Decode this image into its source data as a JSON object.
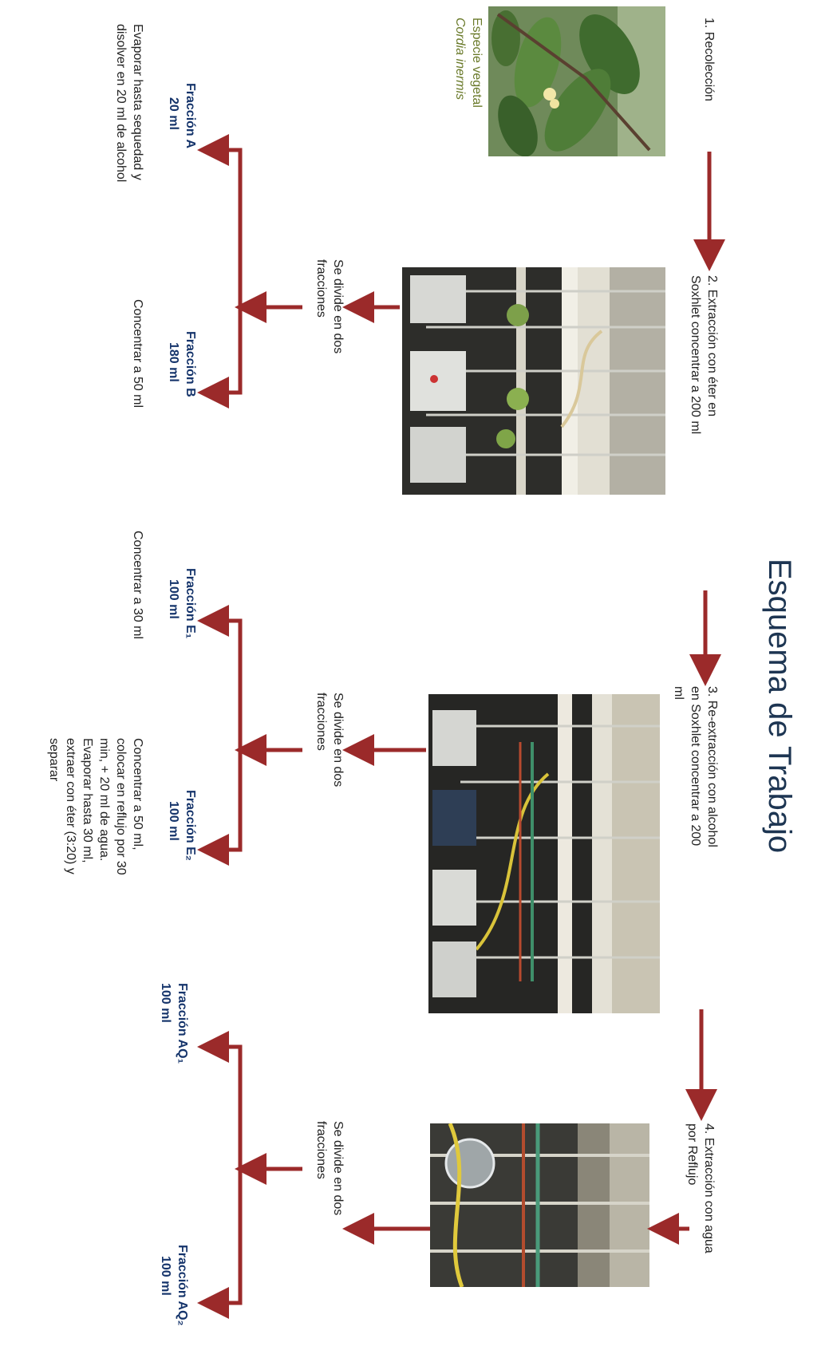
{
  "title": "Esquema de Trabajo",
  "steps": [
    {
      "label": "1. Recolección"
    },
    {
      "label_line1": "2.  Extracción  con  éter  en",
      "label_line2": "Soxhlet concentrar a 200 ml"
    },
    {
      "label_line1": "3.  Re-extracción  con alcohol",
      "label_line2": "en Soxhlet concentrar a 200",
      "label_line3": "ml"
    },
    {
      "label_line1": "4.  Extracción   con  agua",
      "label_line2": "por Reflujo"
    }
  ],
  "species": {
    "line1": "Especie vegetal",
    "line2": "Cordia inermis"
  },
  "divide_label": {
    "line1": "Se divide en dos",
    "line2": "fracciones"
  },
  "branch1": {
    "a_name": "Fracción A",
    "a_vol": "20 ml",
    "a_note1": "Evaporar hasta sequedad y",
    "a_note2": "disolver en 20 ml de alcohol",
    "b_name": "Fracción B",
    "b_vol": "180 ml",
    "b_note": "Concentrar a 50 ml"
  },
  "branch2": {
    "e1_name": "Fracción E₁",
    "e1_vol": "100 ml",
    "e1_note": "Concentrar a 30 ml",
    "e2_name": "Fracción E₂",
    "e2_vol": "100 ml",
    "e2_note1": "Concentrar   a   50   ml,",
    "e2_note2": "colocar  en  reflujo  por  30",
    "e2_note3": "min,   +  20  ml  de  agua.",
    "e2_note4": "Evaporar   hasta   30   ml,",
    "e2_note5": "extraer  con  éter  (3:20)  y",
    "e2_note6": "separar"
  },
  "branch3": {
    "aq1_name": "Fracción AQ₁",
    "aq1_vol": "100 ml",
    "aq2_name": "Fracción AQ₂",
    "aq2_vol": "100 ml"
  },
  "colors": {
    "arrow": "#9b2a2a",
    "title": "#1d3552",
    "fraction": "#15346b",
    "species": "#6a7a2a"
  },
  "photos": [
    "plant-photo",
    "soxhlet-ether-photo",
    "soxhlet-alcohol-photo",
    "reflux-water-photo"
  ]
}
